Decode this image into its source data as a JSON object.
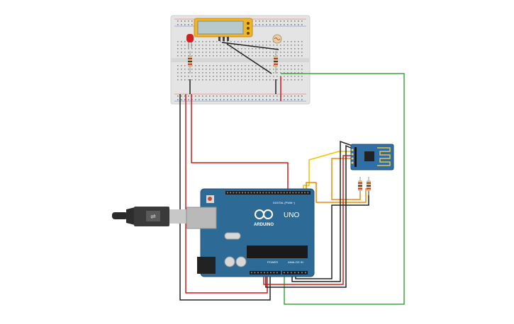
{
  "board": {
    "logo_text": "ARDUINO",
    "model_text": "UNO",
    "digital_label": "DIGITAL (PWM~)",
    "power_label": "POWER",
    "analog_label": "ANALOG IN"
  },
  "colors": {
    "board_blue": "#2d6b96",
    "board_dark": "#1f5174",
    "wire_red": "#d61a1a",
    "wire_black": "#222222",
    "wire_green": "#3aa640",
    "wire_orange": "#f08a00",
    "wire_yellow": "#f2c200",
    "breadboard": "#e6e6e6",
    "lcd_frame": "#f0b429",
    "esp_blue": "#2f6fa6"
  }
}
